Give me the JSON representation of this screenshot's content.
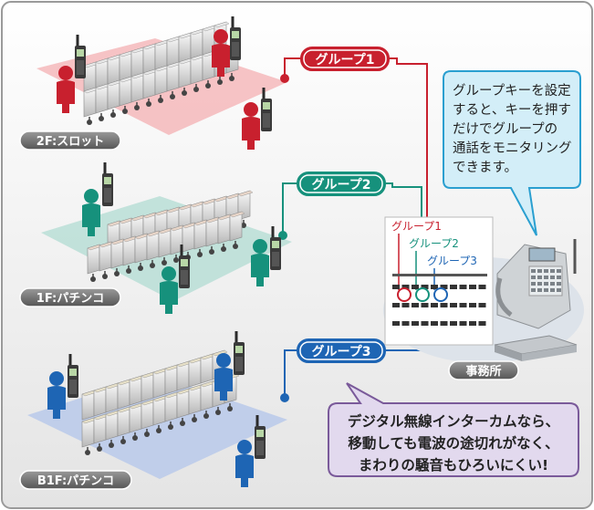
{
  "floors": [
    {
      "label": "2F:スロット",
      "color": "#f4b9bb",
      "accent": "#c8202e"
    },
    {
      "label": "1F:パチンコ",
      "color": "#b9ded6",
      "accent": "#16917c"
    },
    {
      "label": "B1F:パチンコ",
      "color": "#b9c9ea",
      "accent": "#1e65b4"
    }
  ],
  "groups": [
    {
      "label": "グループ1",
      "color": "#c8202e"
    },
    {
      "label": "グループ2",
      "color": "#16917c"
    },
    {
      "label": "グループ3",
      "color": "#1e65b4"
    }
  ],
  "office": {
    "label": "事務所"
  },
  "key_panel": {
    "group1": "グループ1",
    "group2": "グループ2",
    "group3": "グループ3"
  },
  "callout_top": {
    "lines": [
      "グループキーを設定",
      "すると、キーを押す",
      "だけでグループの",
      "通話をモニタリング",
      "できます。"
    ]
  },
  "callout_bottom": {
    "lines": [
      "デジタル無線インターカムなら、",
      "移動しても電波の途切れがなく、",
      "まわりの騒音もひろいにくい!"
    ]
  },
  "colors": {
    "frame": "#9a9a9a",
    "background_top": "#ffffff",
    "background_bottom": "#e6e6e6",
    "callout_top_fill": "#d3eef8",
    "callout_top_border": "#2a9fd0",
    "callout_bottom_fill": "#e2d9ee",
    "callout_bottom_border": "#7a5a9a"
  }
}
